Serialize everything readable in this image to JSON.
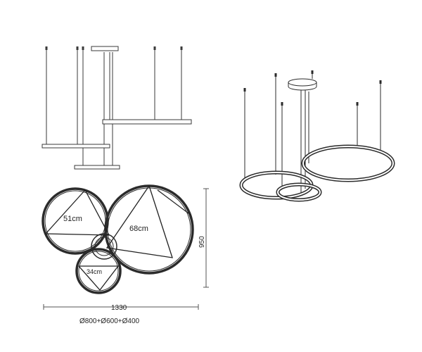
{
  "dimensions": {
    "large_ring": "68cm",
    "medium_ring": "51cm",
    "small_ring": "34cm",
    "height": "950",
    "width": "1330",
    "diameters": "Ø800+Ø600+Ø400"
  },
  "colors": {
    "line": "#3a3a3a",
    "ring": "#2b2b2b"
  }
}
